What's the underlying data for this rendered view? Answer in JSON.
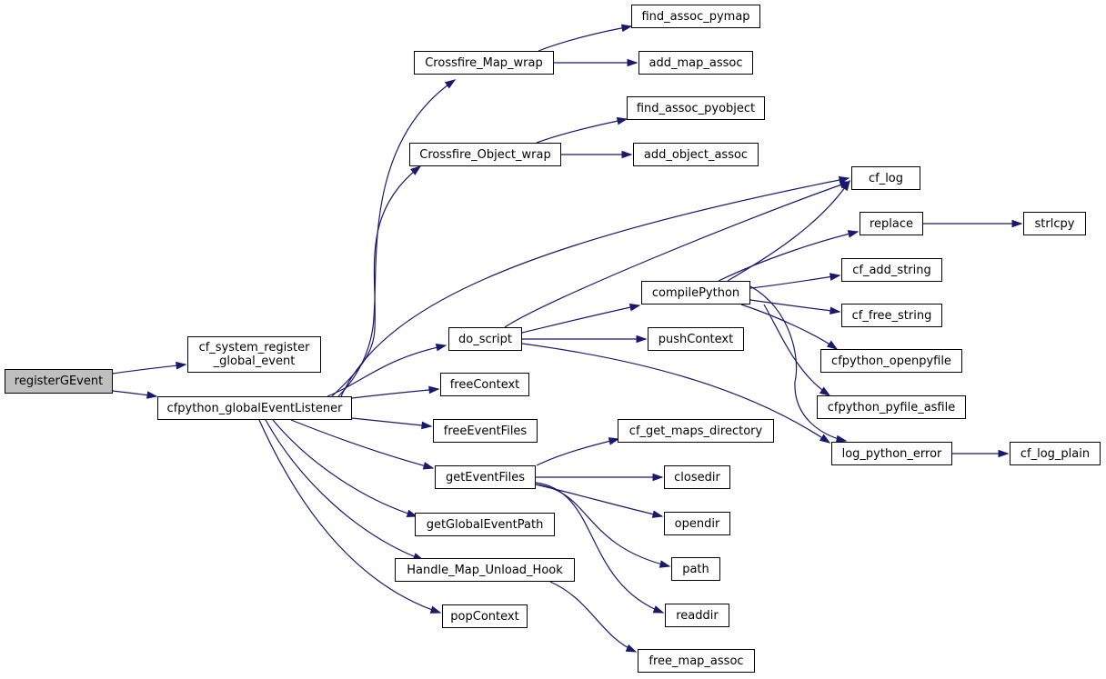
{
  "graph": {
    "nodes": [
      {
        "id": "registerGEvent",
        "label": "registerGEvent",
        "root": true
      },
      {
        "id": "cf_system_register_global_event",
        "label": "cf_system_register\n_global_event"
      },
      {
        "id": "cfpython_globalEventListener",
        "label": "cfpython_globalEventListener"
      },
      {
        "id": "Crossfire_Map_wrap",
        "label": "Crossfire_Map_wrap"
      },
      {
        "id": "Crossfire_Object_wrap",
        "label": "Crossfire_Object_wrap"
      },
      {
        "id": "do_script",
        "label": "do_script"
      },
      {
        "id": "freeContext",
        "label": "freeContext"
      },
      {
        "id": "freeEventFiles",
        "label": "freeEventFiles"
      },
      {
        "id": "getEventFiles",
        "label": "getEventFiles"
      },
      {
        "id": "getGlobalEventPath",
        "label": "getGlobalEventPath"
      },
      {
        "id": "Handle_Map_Unload_Hook",
        "label": "Handle_Map_Unload_Hook"
      },
      {
        "id": "popContext",
        "label": "popContext"
      },
      {
        "id": "find_assoc_pymap",
        "label": "find_assoc_pymap"
      },
      {
        "id": "add_map_assoc",
        "label": "add_map_assoc"
      },
      {
        "id": "find_assoc_pyobject",
        "label": "find_assoc_pyobject"
      },
      {
        "id": "add_object_assoc",
        "label": "add_object_assoc"
      },
      {
        "id": "compilePython",
        "label": "compilePython"
      },
      {
        "id": "pushContext",
        "label": "pushContext"
      },
      {
        "id": "cf_get_maps_directory",
        "label": "cf_get_maps_directory"
      },
      {
        "id": "closedir",
        "label": "closedir"
      },
      {
        "id": "opendir",
        "label": "opendir"
      },
      {
        "id": "path",
        "label": "path"
      },
      {
        "id": "readdir",
        "label": "readdir"
      },
      {
        "id": "free_map_assoc",
        "label": "free_map_assoc"
      },
      {
        "id": "cf_log",
        "label": "cf_log"
      },
      {
        "id": "replace",
        "label": "replace"
      },
      {
        "id": "cf_add_string",
        "label": "cf_add_string"
      },
      {
        "id": "cf_free_string",
        "label": "cf_free_string"
      },
      {
        "id": "cfpython_openpyfile",
        "label": "cfpython_openpyfile"
      },
      {
        "id": "cfpython_pyfile_asfile",
        "label": "cfpython_pyfile_asfile"
      },
      {
        "id": "log_python_error",
        "label": "log_python_error"
      },
      {
        "id": "strlcpy",
        "label": "strlcpy"
      },
      {
        "id": "cf_log_plain",
        "label": "cf_log_plain"
      }
    ],
    "edges": [
      {
        "from": "registerGEvent",
        "to": "cf_system_register_global_event"
      },
      {
        "from": "registerGEvent",
        "to": "cfpython_globalEventListener"
      },
      {
        "from": "cfpython_globalEventListener",
        "to": "Crossfire_Map_wrap"
      },
      {
        "from": "cfpython_globalEventListener",
        "to": "Crossfire_Object_wrap"
      },
      {
        "from": "cfpython_globalEventListener",
        "to": "cf_log"
      },
      {
        "from": "cfpython_globalEventListener",
        "to": "do_script"
      },
      {
        "from": "cfpython_globalEventListener",
        "to": "freeContext"
      },
      {
        "from": "cfpython_globalEventListener",
        "to": "freeEventFiles"
      },
      {
        "from": "cfpython_globalEventListener",
        "to": "getEventFiles"
      },
      {
        "from": "cfpython_globalEventListener",
        "to": "getGlobalEventPath"
      },
      {
        "from": "cfpython_globalEventListener",
        "to": "Handle_Map_Unload_Hook"
      },
      {
        "from": "cfpython_globalEventListener",
        "to": "popContext"
      },
      {
        "from": "Crossfire_Map_wrap",
        "to": "find_assoc_pymap"
      },
      {
        "from": "Crossfire_Map_wrap",
        "to": "add_map_assoc"
      },
      {
        "from": "Crossfire_Object_wrap",
        "to": "find_assoc_pyobject"
      },
      {
        "from": "Crossfire_Object_wrap",
        "to": "add_object_assoc"
      },
      {
        "from": "do_script",
        "to": "cf_log"
      },
      {
        "from": "do_script",
        "to": "compilePython"
      },
      {
        "from": "do_script",
        "to": "pushContext"
      },
      {
        "from": "do_script",
        "to": "log_python_error"
      },
      {
        "from": "compilePython",
        "to": "cf_log"
      },
      {
        "from": "compilePython",
        "to": "replace"
      },
      {
        "from": "compilePython",
        "to": "cf_add_string"
      },
      {
        "from": "compilePython",
        "to": "cf_free_string"
      },
      {
        "from": "compilePython",
        "to": "cfpython_openpyfile"
      },
      {
        "from": "compilePython",
        "to": "cfpython_pyfile_asfile"
      },
      {
        "from": "compilePython",
        "to": "log_python_error"
      },
      {
        "from": "replace",
        "to": "strlcpy"
      },
      {
        "from": "log_python_error",
        "to": "cf_log_plain"
      },
      {
        "from": "getEventFiles",
        "to": "cf_get_maps_directory"
      },
      {
        "from": "getEventFiles",
        "to": "closedir"
      },
      {
        "from": "getEventFiles",
        "to": "opendir"
      },
      {
        "from": "getEventFiles",
        "to": "path"
      },
      {
        "from": "getEventFiles",
        "to": "readdir"
      },
      {
        "from": "Handle_Map_Unload_Hook",
        "to": "free_map_assoc"
      }
    ]
  }
}
